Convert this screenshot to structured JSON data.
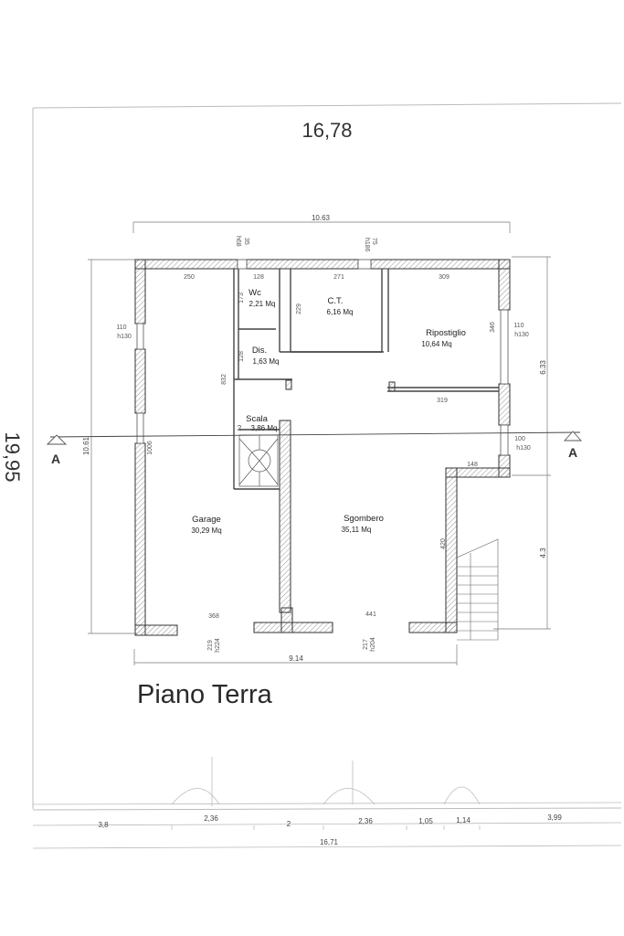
{
  "plan": {
    "title": "Piano Terra",
    "site_width": "16,78",
    "site_depth": "19,95",
    "section_marker": "A",
    "rooms": {
      "wc": {
        "name": "Wc",
        "area": "2,21 Mq"
      },
      "ct": {
        "name": "C.T.",
        "area": "6,16 Mq"
      },
      "ripostiglio": {
        "name": "Ripostiglio",
        "area": "10,64 Mq"
      },
      "dis": {
        "name": "Dis.",
        "area": "1,63 Mq"
      },
      "scala": {
        "name": "Scala",
        "area": "3,86 Mq"
      },
      "garage": {
        "name": "Garage",
        "area": "30,29 Mq"
      },
      "sgombero": {
        "name": "Sgombero",
        "area": "35,11 Mq"
      }
    },
    "dimensions": {
      "top_overall": "10.63",
      "bottom_overall": "9.14",
      "left_overall": "10.61",
      "right_upper": "6.33",
      "right_lower": "4.3",
      "top_opening_1": "35",
      "top_opening_1_h": "h68",
      "top_opening_2": "75",
      "top_opening_2_h": "h186",
      "garage_width": "250",
      "wc_width": "128",
      "ct_width": "271",
      "ripostiglio_width": "309",
      "wc_depth": "173",
      "dis_depth": "128",
      "ct_depth": "229",
      "ripostiglio_depth": "346",
      "ripostiglio_inner": "319",
      "corridor": "832",
      "garage_depth": "1006",
      "sgombero_depth": "420",
      "step": "148",
      "win_left": "110",
      "win_left_h": "h130",
      "win_right": "110",
      "win_right_h": "h130",
      "win_right2": "100",
      "win_right2_h": "h130",
      "bottom_garage": "368",
      "bottom_sgombero": "441",
      "door_garage": "219",
      "door_garage_h": "h224",
      "door_sgombero": "217",
      "door_sgombero_h": "h204",
      "scala_sub": "2"
    },
    "bottom_strip": [
      "3,8",
      "2,36",
      "2",
      "2,36",
      "1,05",
      "1,14",
      "3,99"
    ],
    "bottom_total": "16,71"
  }
}
